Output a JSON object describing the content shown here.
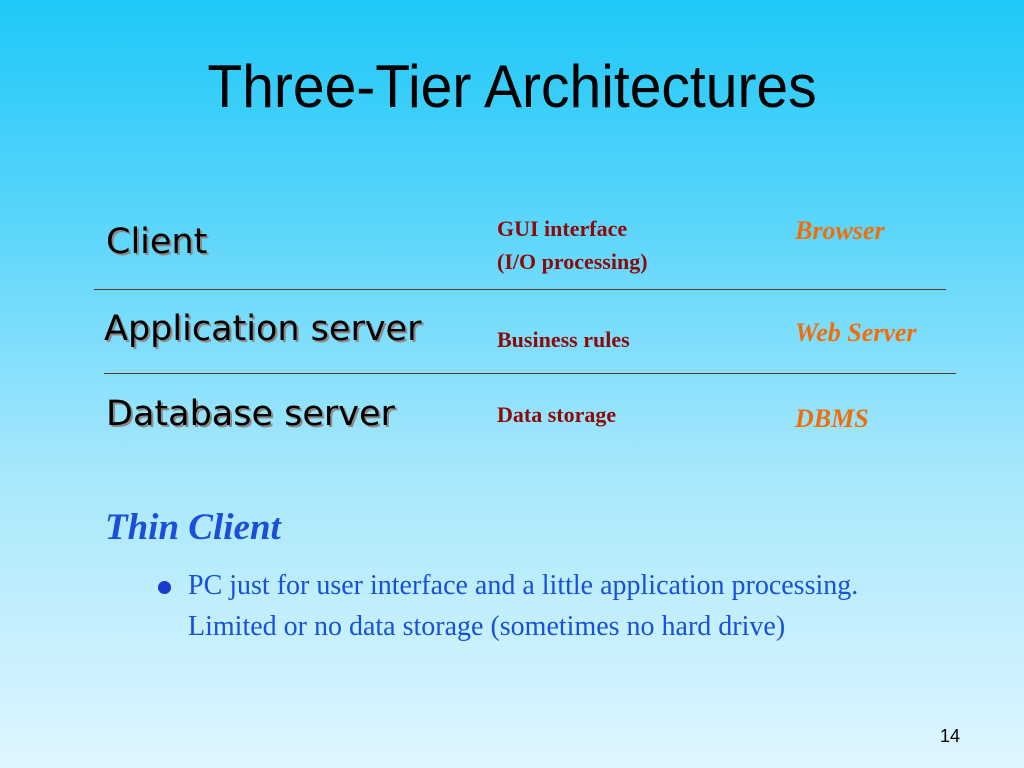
{
  "slide": {
    "title": "Three-Tier Architectures",
    "tiers": [
      {
        "name": "Client",
        "desc_lines": [
          "GUI interface",
          "(I/O processing)"
        ],
        "impl": "Browser"
      },
      {
        "name": "Application server",
        "desc_lines": [
          "Business rules"
        ],
        "impl": "Web Server"
      },
      {
        "name": "Database server",
        "desc_lines": [
          "Data storage"
        ],
        "impl": "DBMS"
      }
    ],
    "subhead": "Thin Client",
    "bullet": "PC just for user interface and a little application processing. Limited or no data storage (sometimes no hard drive)",
    "page_number": "14"
  }
}
